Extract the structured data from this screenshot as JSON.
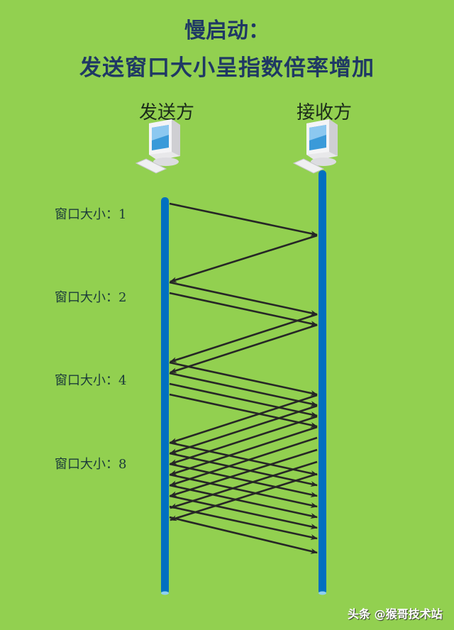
{
  "title": {
    "line1": "慢启动：",
    "line2": "发送窗口大小呈指数倍率增加"
  },
  "sender": {
    "label": "发送方",
    "icon": "computer-icon"
  },
  "receiver": {
    "label": "接收方",
    "icon": "computer-icon"
  },
  "windows": [
    {
      "label": "窗口大小：1",
      "size": 1
    },
    {
      "label": "窗口大小：2",
      "size": 2
    },
    {
      "label": "窗口大小：4",
      "size": 4
    },
    {
      "label": "窗口大小：8",
      "size": 8
    }
  ],
  "watermark": "头条 @猴哥技术站",
  "colors": {
    "background": "#92d050",
    "title": "#1f3864",
    "timeline": "#0070c0",
    "arrow": "#262626"
  }
}
